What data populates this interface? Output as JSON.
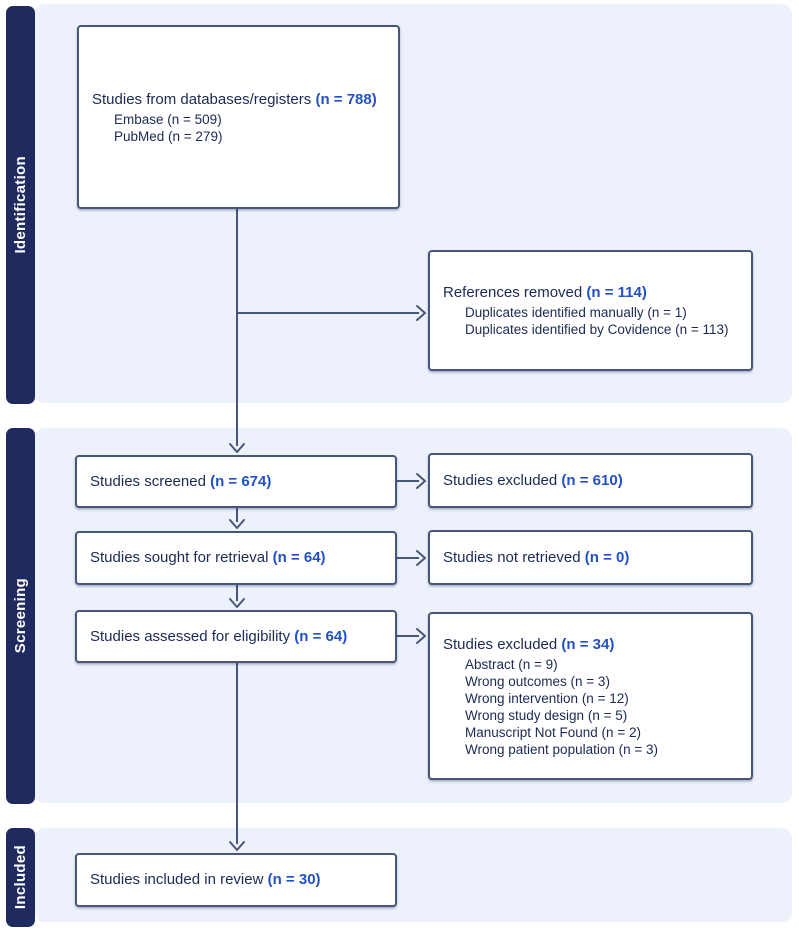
{
  "palette": {
    "band_bg": "#edf1fb",
    "bar_bg": "#1f2a5e",
    "box_border": "#475679",
    "text_color": "#1b2a55",
    "accent_color": "#2150c8",
    "arrow_color": "#475679"
  },
  "sections": {
    "identification": {
      "label": "Identification"
    },
    "screening": {
      "label": "Screening"
    },
    "included": {
      "label": "Included"
    }
  },
  "boxes": {
    "databases": {
      "title": "Studies from databases/registers",
      "count": "(n = 788)",
      "items": [
        "Embase (n = 509)",
        "PubMed (n = 279)"
      ]
    },
    "references_removed": {
      "title": "References removed",
      "count": "(n = 114)",
      "items": [
        "Duplicates identified manually (n = 1)",
        "Duplicates identified by Covidence (n = 113)"
      ]
    },
    "screened": {
      "title": "Studies screened",
      "count": "(n = 674)"
    },
    "excluded_screened": {
      "title": "Studies excluded",
      "count": "(n = 610)"
    },
    "sought": {
      "title": "Studies sought for retrieval",
      "count": "(n = 64)"
    },
    "not_retrieved": {
      "title": "Studies not retrieved",
      "count": "(n = 0)"
    },
    "assessed": {
      "title": "Studies assessed for eligibility",
      "count": "(n = 64)"
    },
    "excluded_assessed": {
      "title": "Studies excluded",
      "count": "(n = 34)",
      "items": [
        "Abstract (n = 9)",
        "Wrong outcomes (n = 3)",
        "Wrong intervention (n = 12)",
        "Wrong study design (n = 5)",
        "Manuscript Not Found (n = 2)",
        "Wrong patient population (n = 3)"
      ]
    },
    "included_review": {
      "title": "Studies included in review",
      "count": "(n = 30)"
    }
  }
}
